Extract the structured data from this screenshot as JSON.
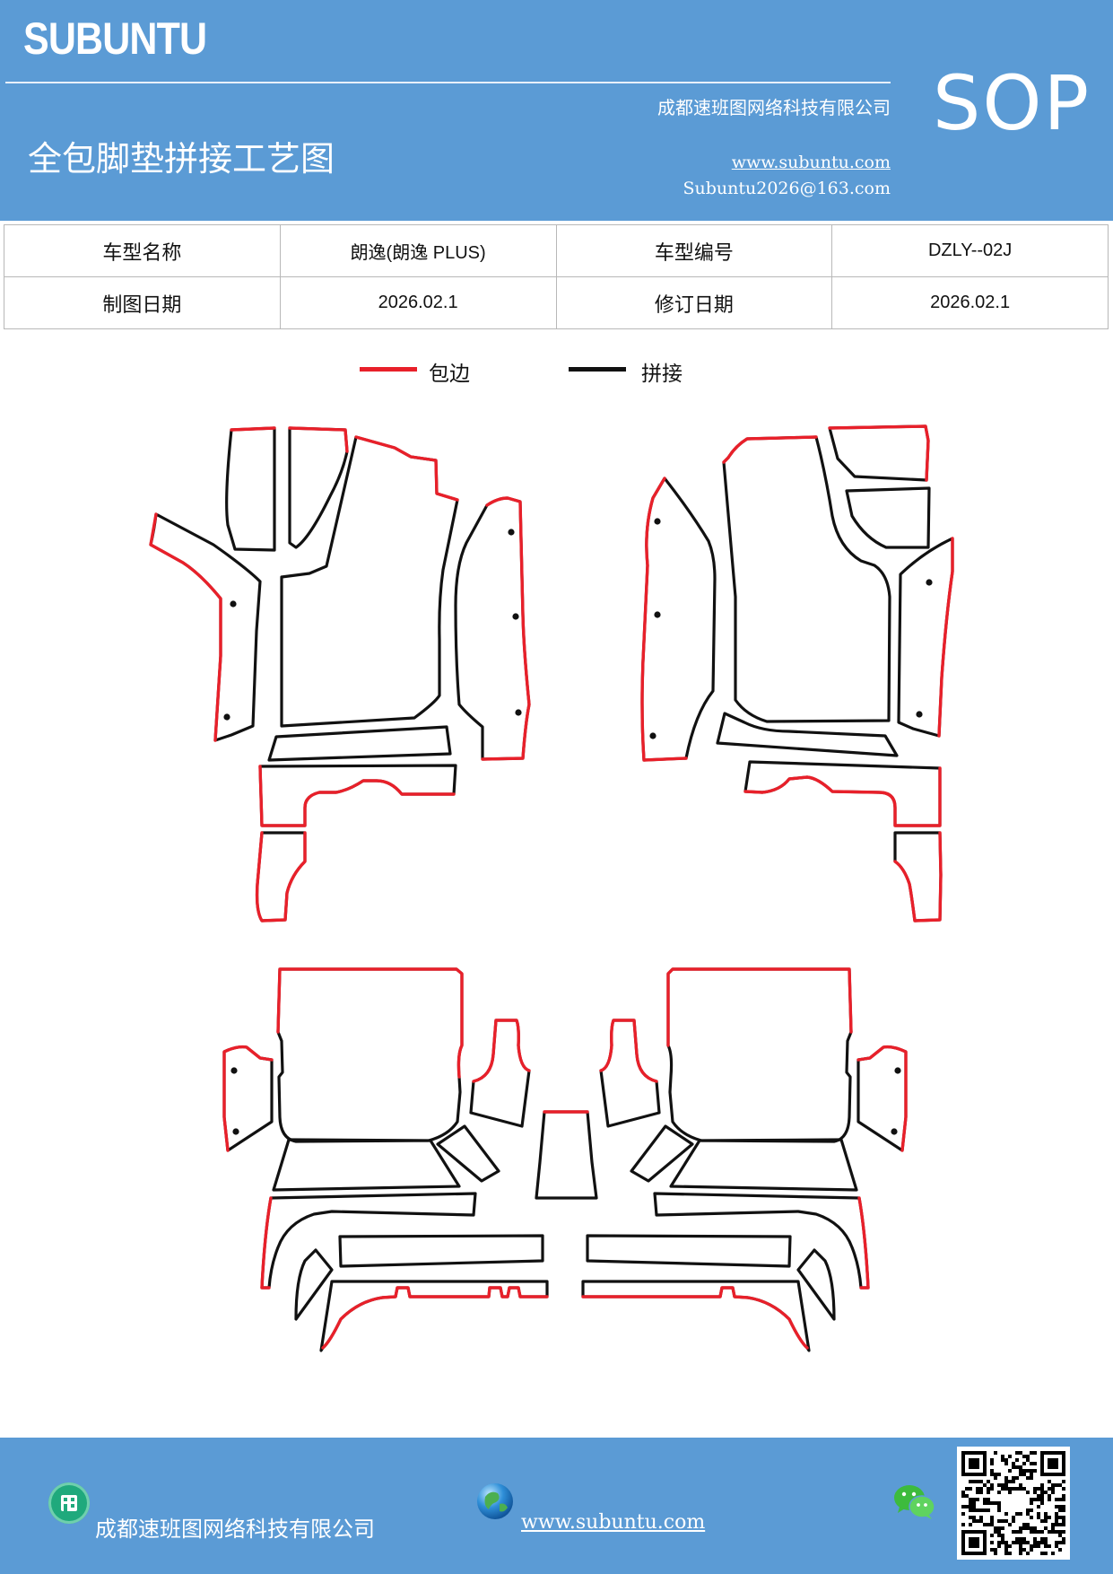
{
  "header": {
    "brand": "SUBUNTU",
    "company": "成都速班图网络科技有限公司",
    "title": "全包脚垫拼接工艺图",
    "website": "www.subuntu.com",
    "email": "Subuntu2026@163.com",
    "badge": "SOP"
  },
  "info_table": {
    "rows": [
      [
        {
          "text": "车型名称",
          "kind": "label"
        },
        {
          "text": "朗逸(朗逸 PLUS)",
          "kind": "val"
        },
        {
          "text": "车型编号",
          "kind": "label"
        },
        {
          "text": "DZLY--02J",
          "kind": "val"
        }
      ],
      [
        {
          "text": "制图日期",
          "kind": "label"
        },
        {
          "text": "2026.02.1",
          "kind": "val"
        },
        {
          "text": "修订日期",
          "kind": "label"
        },
        {
          "text": "2026.02.1",
          "kind": "val"
        }
      ]
    ]
  },
  "legend": {
    "edge_label": "包边",
    "edge_color": "#e8202a",
    "seam_label": "拼接",
    "seam_color": "#111111"
  },
  "footer": {
    "company": "成都速班图网络科技有限公司",
    "website": "www.subuntu.com",
    "building_icon": "building-icon",
    "globe_icon": "globe-icon",
    "wechat_icon": "wechat-icon",
    "qr_code": "qr-code"
  }
}
